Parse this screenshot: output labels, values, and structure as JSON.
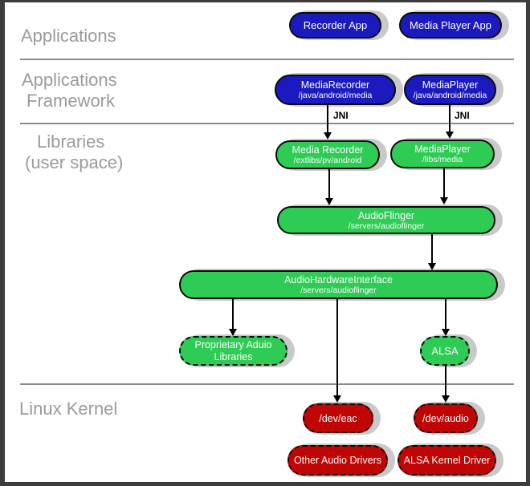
{
  "diagram": {
    "title_semantic": "Android audio system architecture diagram",
    "layers": {
      "applications": {
        "label": "Applications"
      },
      "framework": {
        "line1": "Applications",
        "line2": "Framework"
      },
      "libraries": {
        "line1": "Libraries",
        "line2": "(user space)"
      },
      "kernel": {
        "label": "Linux Kernel"
      }
    },
    "jni_labels": [
      "JNI",
      "JNI"
    ],
    "nodes": {
      "recorder_app": {
        "title": "Recorder App"
      },
      "media_player_app": {
        "title": "Media Player App"
      },
      "media_recorder_fw": {
        "title": "MediaRecorder",
        "subtitle": "/java/android/media"
      },
      "media_player_fw": {
        "title": "MediaPlayer",
        "subtitle": "/java/android/media"
      },
      "media_recorder_lib": {
        "title": "Media Recorder",
        "subtitle": "/extlibs/pv/android"
      },
      "media_player_lib": {
        "title": "MediaPlayer",
        "subtitle": "/libs/media"
      },
      "audio_flinger": {
        "title": "AudioFlinger",
        "subtitle": "/servers/audioflinger"
      },
      "audio_hardware_interface": {
        "title": "AudioHardwareInterface",
        "subtitle": "/servers/audioflinger"
      },
      "proprietary_audio_libraries": {
        "title": "Proprietary Aduio Libraries"
      },
      "alsa": {
        "title": "ALSA"
      },
      "dev_eac": {
        "title": "/dev/eac"
      },
      "dev_audio": {
        "title": "/dev/audio"
      },
      "other_audio_drivers": {
        "title": "Other Audio Drivers"
      },
      "alsa_kernel_driver": {
        "title": "ALSA Kernel Driver"
      }
    },
    "edges": [
      {
        "from": "media_recorder_fw",
        "to": "media_recorder_lib",
        "label": "JNI"
      },
      {
        "from": "media_player_fw",
        "to": "media_player_lib",
        "label": "JNI"
      },
      {
        "from": "media_recorder_lib",
        "to": "audio_flinger",
        "label": ""
      },
      {
        "from": "media_player_lib",
        "to": "audio_flinger",
        "label": ""
      },
      {
        "from": "audio_flinger",
        "to": "audio_hardware_interface",
        "label": ""
      },
      {
        "from": "audio_hardware_interface",
        "to": "proprietary_audio_libraries",
        "label": ""
      },
      {
        "from": "audio_hardware_interface",
        "to": "dev_eac",
        "label": ""
      },
      {
        "from": "audio_hardware_interface",
        "to": "alsa",
        "label": ""
      },
      {
        "from": "alsa",
        "to": "dev_audio",
        "label": ""
      }
    ],
    "colors": {
      "app_blue": "#1a1abf",
      "lib_green": "#2ecc55",
      "kernel_red": "#c00505",
      "shadow_gray": "#c9c9c9",
      "label_gray": "#9b9b9b",
      "divider_gray": "#8c8c8c",
      "node_text": "#ffffff",
      "arrow_black": "#000000"
    }
  }
}
